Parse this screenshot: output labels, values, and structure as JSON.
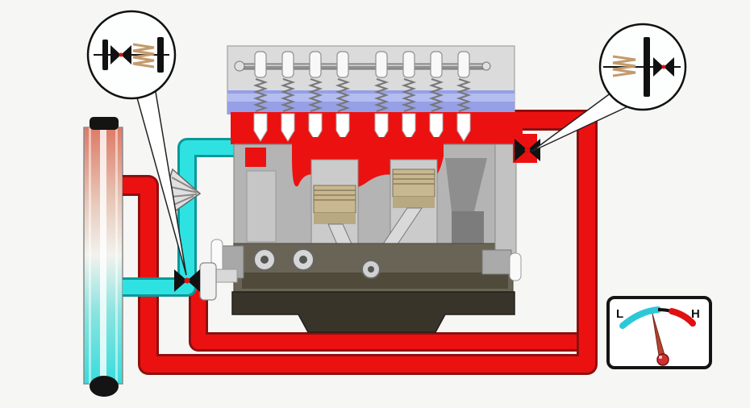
{
  "diagram": {
    "name": "engine-cooling-system",
    "gauge": {
      "low_label": "L",
      "high_label": "H"
    },
    "colors": {
      "background": "#f6f6f4",
      "hot_coolant": "#ec1111",
      "hot_coolant_outline": "#8f0f0f",
      "cold_coolant": "#2fe2e2",
      "cold_coolant_outline": "#0b9898",
      "coolant_gallery": "#96a0e6",
      "engine_light": "#d9d9d9",
      "engine_mid": "#b4b4b4",
      "piston": "#c8b78f",
      "crankcase": "#6a6456",
      "oil_pan": "#38342a",
      "gauge_cold_arc": "#2cc8d8",
      "gauge_hot_arc": "#e01010",
      "gauge_needle": "#b4432f",
      "spring_coil": "#c49a6c"
    },
    "parts": [
      "radiator",
      "cooling-fan",
      "thermostat",
      "water-pump",
      "engine-block",
      "valve-train",
      "piston",
      "crankshaft",
      "oil-pan",
      "hot-coolant-loop",
      "cold-coolant-loop",
      "bypass-loop",
      "temperature-gauge",
      "thermostat-detail-callout"
    ]
  }
}
